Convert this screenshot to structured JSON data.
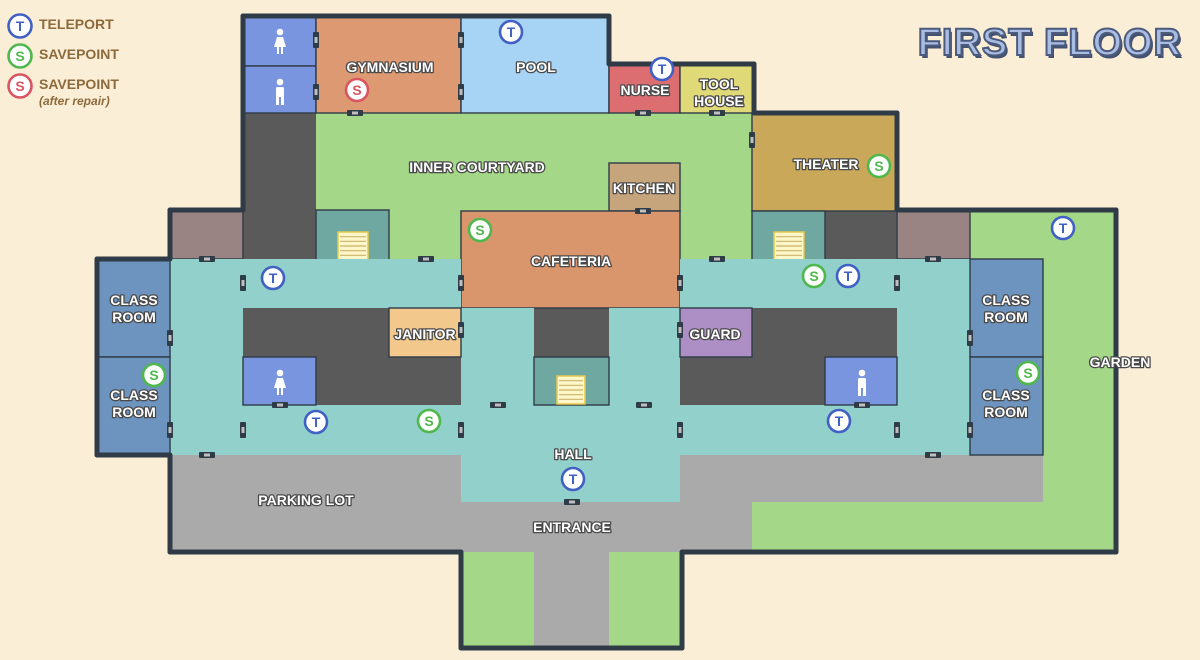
{
  "floor_title": "FIRST FLOOR",
  "legend": [
    {
      "letter": "T",
      "label": "TELEPORT",
      "sub": "",
      "kind": "teleport"
    },
    {
      "letter": "S",
      "label": "SAVEPOINT",
      "sub": "",
      "kind": "save"
    },
    {
      "letter": "S",
      "label": "SAVEPOINT",
      "sub": "(after repair)",
      "kind": "save_repair"
    }
  ],
  "colors": {
    "background": "#fbeed6",
    "outline": "#2f3b47",
    "hallway": "#92d0cb",
    "stair_room": "#6fa7a1",
    "dark_area": "#5a5a5a",
    "courtyard": "#a4d787",
    "classroom": "#6d93bf",
    "restroom": "#7a95df",
    "gymnasium": "#dd9a72",
    "pool": "#a7d4f4",
    "nurse": "#dc6e72",
    "tool_house": "#e0d977",
    "theater": "#c9a85a",
    "kitchen": "#c6a47c",
    "cafeteria": "#d9966c",
    "janitor": "#f2c88c",
    "guard": "#ad8fc5",
    "storage": "#9a8383",
    "parking": "#aaaaaa",
    "teleport": "#4060c4",
    "save": "#4fb84c",
    "save_repair": "#d9555f"
  },
  "rooms": {
    "gymnasium": "GYMNASIUM",
    "pool": "POOL",
    "nurse": "NURSE",
    "tool_house": [
      "TOOL",
      "HOUSE"
    ],
    "inner_courtyard": "INNER COURTYARD",
    "theater": "THEATER",
    "kitchen": "KITCHEN",
    "cafeteria": "CAFETERIA",
    "classroom": [
      "CLASS",
      "ROOM"
    ],
    "janitor": "JANITOR",
    "guard": "GUARD",
    "garden": "GARDEN",
    "hall": "HALL",
    "parking_lot": "PARKING LOT",
    "entrance": "ENTRANCE"
  },
  "icons": {
    "teleport_letter": "T",
    "save_letter": "S"
  }
}
